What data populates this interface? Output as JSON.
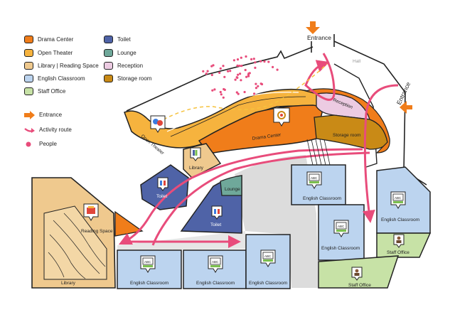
{
  "legend": {
    "items": [
      {
        "label": "Drama Center",
        "color": "#f07d1a"
      },
      {
        "label": "Open Theater",
        "color": "#f6b33e"
      },
      {
        "label": "Library | Reading Space",
        "color": "#efc98e"
      },
      {
        "label": "English Classroom",
        "color": "#bcd4ef"
      },
      {
        "label": "Staff Office",
        "color": "#c7e2a6"
      },
      {
        "label": "Toilet",
        "color": "#4f63a7"
      },
      {
        "label": "Lounge",
        "color": "#6fa89a"
      },
      {
        "label": "Reception",
        "color": "#eccbe2"
      },
      {
        "label": "Storage room",
        "color": "#c98a16"
      }
    ],
    "symbols": [
      {
        "label": "Entrance",
        "icon": "orange-arrow-icon"
      },
      {
        "label": "Activity route",
        "icon": "pink-route-arrow-icon"
      },
      {
        "label": "People",
        "icon": "pink-dot-icon"
      }
    ]
  },
  "map": {
    "entrance_top": "Entrance",
    "entrance_right": "Entrance",
    "hall": "Hall",
    "reception": "Reception",
    "storage": "Storage room",
    "drama": "Drama Center",
    "open_theater": "Open Theater",
    "library_small": "Library",
    "toilet_a": "Toilet",
    "toilet_b": "Toilet",
    "lounge": "Lounge",
    "reading_space": "Reading Space",
    "library_big": "Library",
    "classroom": "English Classroom",
    "staff_office": "Staff Office",
    "abc": "ABC"
  },
  "colors": {
    "route": "#e84c7b",
    "entrance_arrow": "#f07d1a",
    "corridor": "#dcdcdc",
    "outline": "#222222"
  }
}
